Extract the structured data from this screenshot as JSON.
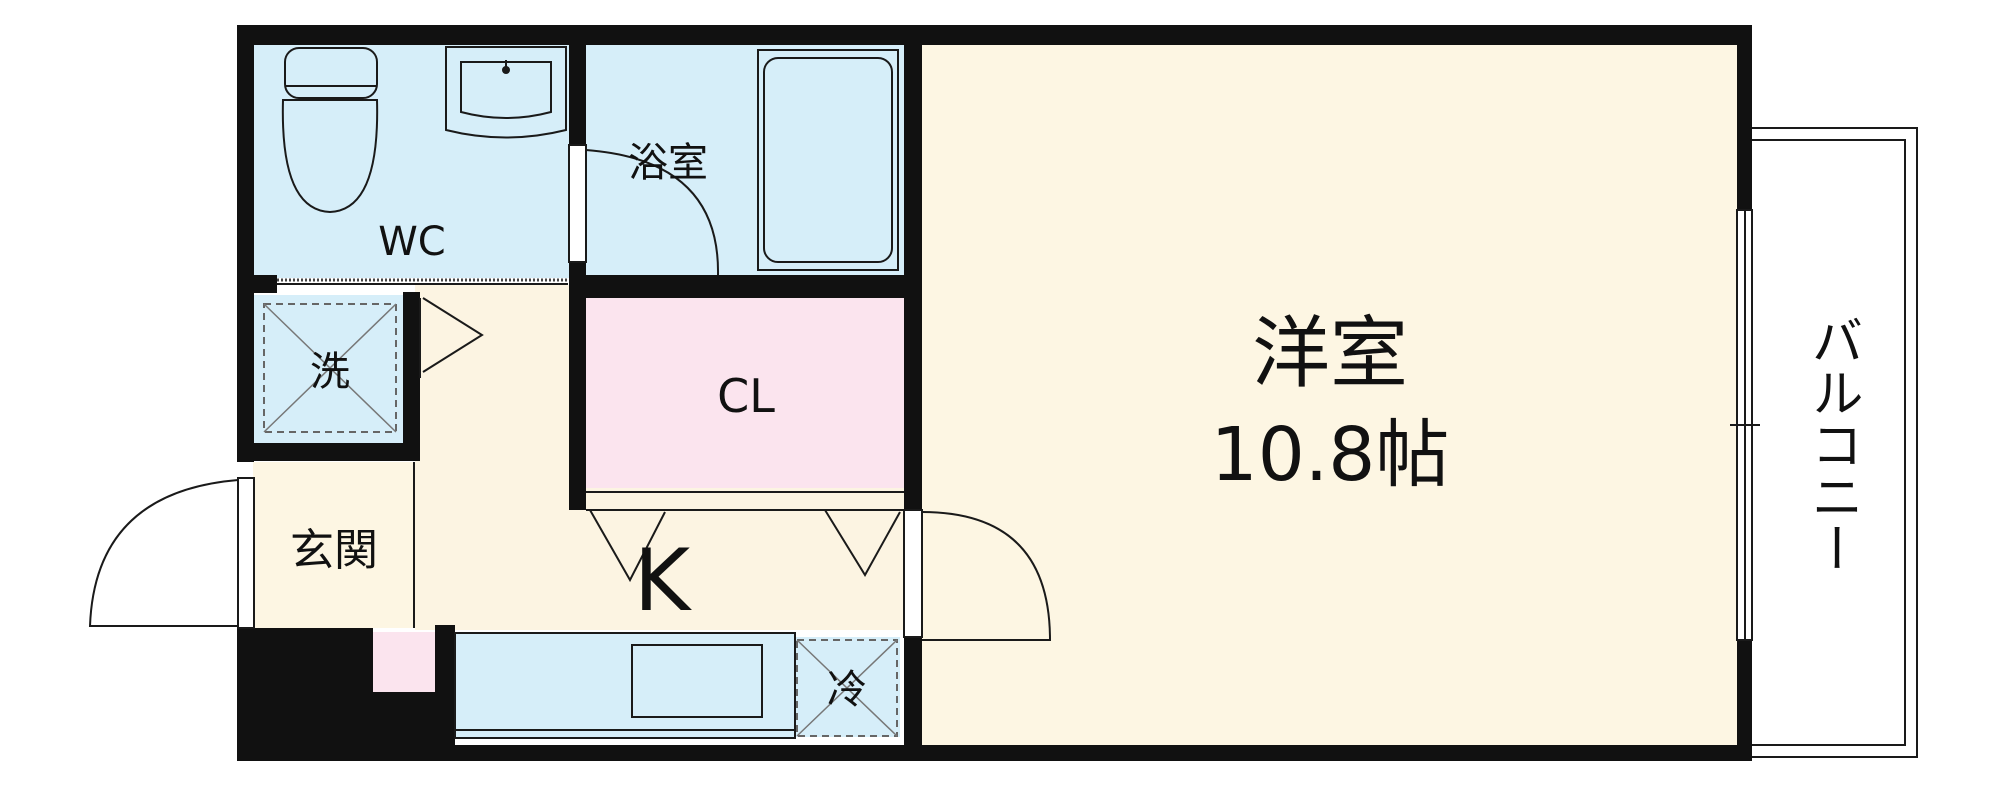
{
  "rooms": {
    "western_room": {
      "name": "洋室",
      "size": "10.8帖"
    },
    "wc": {
      "name": "WC"
    },
    "bathroom": {
      "name": "浴室"
    },
    "closet": {
      "name": "CL"
    },
    "kitchen": {
      "name": "K"
    },
    "laundry": {
      "name": "洗"
    },
    "entrance": {
      "name": "玄関"
    },
    "fridge": {
      "name": "冷"
    },
    "balcony": {
      "name": "バルコニー"
    }
  },
  "colors": {
    "wall": "#111111",
    "western_room_floor": "#fdf6e3",
    "kitchen_floor": "#fcf4e2",
    "wet_area": "#d6eef9",
    "closet": "#fbe4ee",
    "entrance": "#fdf6e3",
    "shoe_box": "#fbe4ee"
  }
}
